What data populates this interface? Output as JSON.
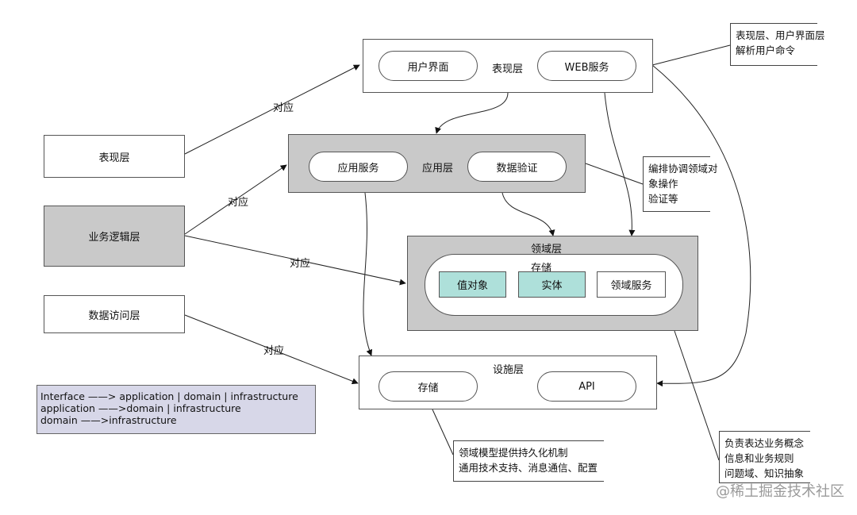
{
  "left_boxes": {
    "presentation": "表现层",
    "business": "业务逻辑层",
    "data_access": "数据访问层"
  },
  "edge_labels": {
    "e1": "对应",
    "e2": "对应",
    "e3": "对应",
    "e4": "对应"
  },
  "presentation_layer": {
    "title": "表现层",
    "ui": "用户界面",
    "web": "WEB服务"
  },
  "application_layer": {
    "title": "应用层",
    "service": "应用服务",
    "validation": "数据验证"
  },
  "domain_layer": {
    "title": "领域层",
    "inner_title": "存储",
    "value_object": "值对象",
    "entity": "实体",
    "domain_service": "领域服务"
  },
  "infra_layer": {
    "title": "设施层",
    "storage": "存储",
    "api": "API"
  },
  "notes": {
    "top_right": [
      "表现层、用户界面层",
      "解析用户命令"
    ],
    "middle_right": [
      "编排协调领域对",
      "象操作",
      "验证等"
    ],
    "bottom_center": [
      "领域模型提供持久化机制",
      "通用技术支持、消息通信、配置"
    ],
    "bottom_right": [
      "负责表达业务概念",
      "信息和业务规则",
      "问题域、知识抽象"
    ]
  },
  "legend": [
    "Interface ——> application | domain | infrastructure",
    "application ——>domain | infrastructure",
    "domain ——>infrastructure"
  ],
  "watermark": "@稀土掘金技术社区",
  "colors": {
    "gray_fill": "#c9c9c9",
    "teal_fill": "#aee0da",
    "legend_fill": "#d7d7e8"
  }
}
